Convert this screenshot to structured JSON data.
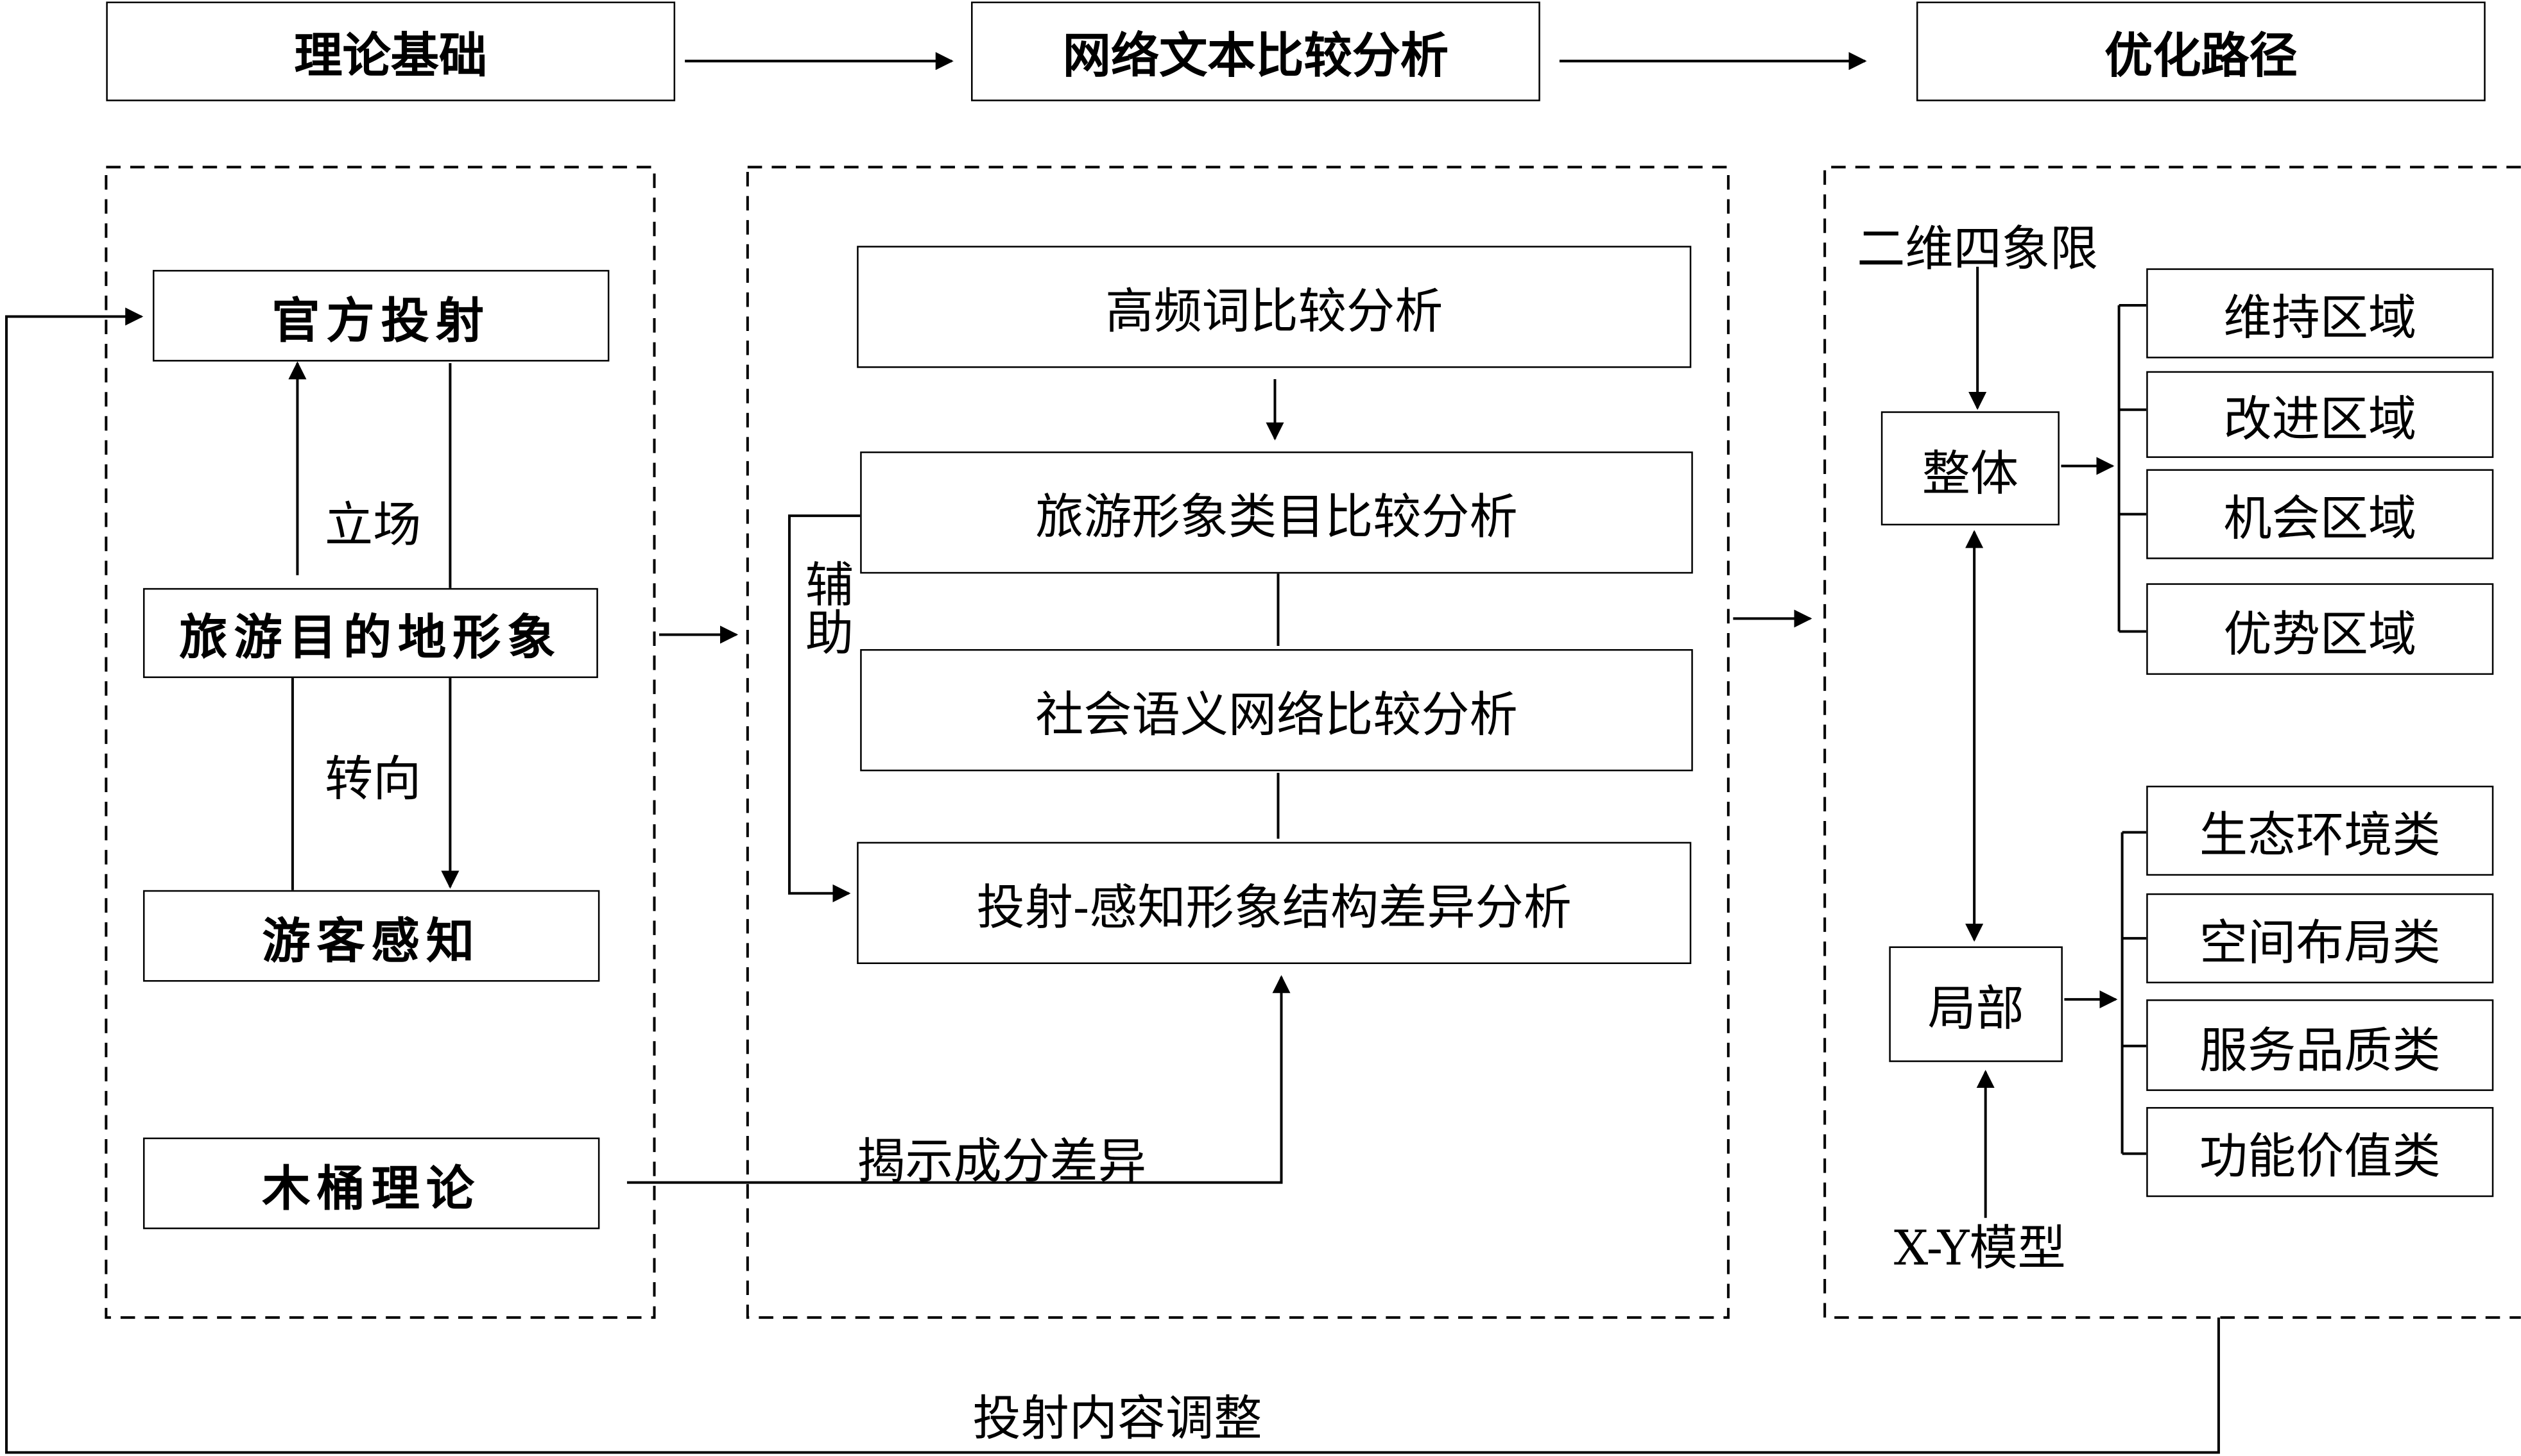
{
  "headers": {
    "theory": "理论基础",
    "text_analysis": "网络文本比较分析",
    "optimization": "优化路径"
  },
  "left_panel": {
    "official_projection": "官方投射",
    "stance": "立场",
    "destination_image": "旅游目的地形象",
    "turn": "转向",
    "tourist_perception": "游客感知",
    "barrel_theory": "木桶理论"
  },
  "middle_panel": {
    "high_freq": "高频词比较分析",
    "category": "旅游形象类目比较分析",
    "semantic_network": "社会语义网络比较分析",
    "structure_diff": "投射-感知形象结构差异分析",
    "assist": "辅助",
    "reveal": "揭示成分差异"
  },
  "right_panel": {
    "quadrant": "二维四象限",
    "whole": "整体",
    "local": "局部",
    "xy_model": "X-Y模型",
    "whole_items": [
      "维持区域",
      "改进区域",
      "机会区域",
      "优势区域"
    ],
    "local_items": [
      "生态环境类",
      "空间布局类",
      "服务品质类",
      "功能价值类"
    ]
  },
  "feedback": "投射内容调整"
}
